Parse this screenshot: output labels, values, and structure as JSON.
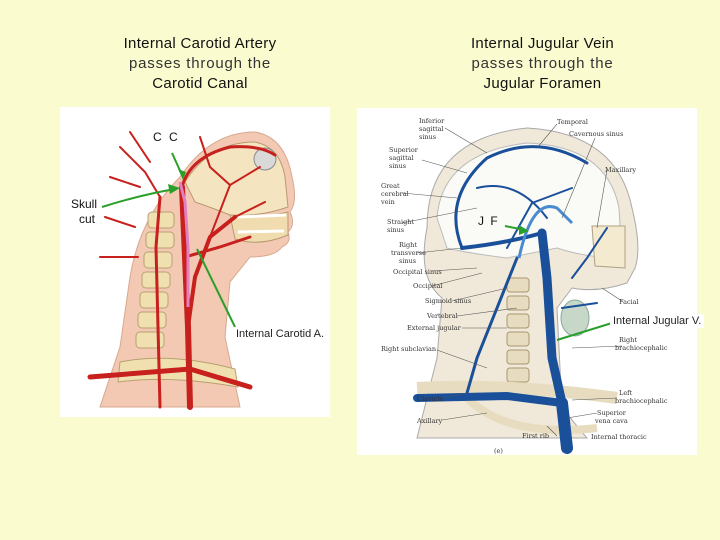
{
  "left_title": {
    "line1": "Internal Carotid Artery",
    "line2": "passes through the",
    "line3": "Carotid Canal"
  },
  "right_title": {
    "line1": "Internal Jugular Vein",
    "line2": "passes through the",
    "line3": "Jugular Foramen"
  },
  "left_labels": {
    "cc": "C C",
    "skull_cut_1": "Skull",
    "skull_cut_2": "cut",
    "internal_carotid": "Internal Carotid A."
  },
  "right_labels": {
    "jf": "J F",
    "internal_jugular": "Internal Jugular V."
  },
  "anatomy_labels": [
    "Inferior",
    "sagittal",
    "sinus",
    "Temporal",
    "Cavernous sinus",
    "Superior",
    "sagittal",
    "sinus",
    "Maxillary",
    "Great",
    "cerebral",
    "vein",
    "Straight",
    "sinus",
    "Right",
    "transverse",
    "sinus",
    "Occipital sinus",
    "Occipital",
    "Sigmoid sinus",
    "Vertebral",
    "Facial",
    "External jugular",
    "Right",
    "brachiocephalic",
    "Right subclavian",
    "Left",
    "brachiocephalic",
    "Clavicle",
    "Superior",
    "vena cava",
    "Axillary",
    "First rib",
    "Internal thoracic",
    "(e)"
  ],
  "colors": {
    "background": "#fbfbd0",
    "artery": "#c8201c",
    "vein": "#1a4f9a",
    "arrow": "#2aa02a"
  }
}
